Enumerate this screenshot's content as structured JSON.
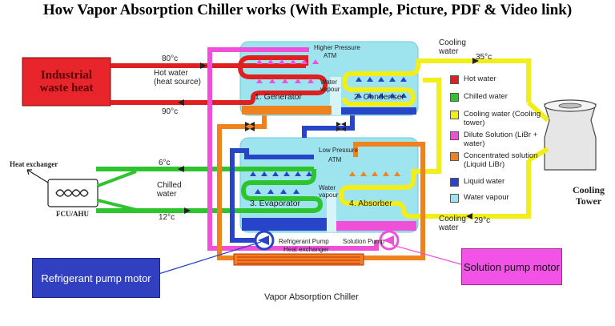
{
  "title": "How Vapor Absorption Chiller works (With Example, Picture, PDF & Video link)",
  "caption": "Vapor Absorption Chiller",
  "heat_source_box": "Industrial waste heat",
  "hot_water_label": "Hot water (heat source)",
  "hot_water_in_temp": "80°c",
  "hot_water_out_temp": "90°c",
  "chilled_water_label": "Chilled water",
  "chilled_out_temp": "6°c",
  "chilled_in_temp": "12°c",
  "cooling_water_top": "Cooling water",
  "cooling_water_top_temp": "35°c",
  "cooling_water_bottom": "Cooling water",
  "cooling_water_bottom_temp": "29°c",
  "cooling_tower_label": "Cooling Tower",
  "higher_pressure": "Higher Pressure",
  "atm_top": "ATM",
  "low_pressure": "Low Pressure",
  "atm_bottom": "ATM",
  "water_vapour_top": "Water vapour",
  "water_vapour_bottom": "Water vapour",
  "generator": "1. Generator",
  "condenser": "2. Condenser",
  "evaporator": "3. Evaporator",
  "absorber": "4. Absorber",
  "refrigerant_pump": "Refrigerant Pump",
  "solution_pump": "Solution Pump",
  "heat_exchanger_inner": "Heat exchanger",
  "heat_exchanger_left": "Heat exchanger",
  "fcu_ahu": "FCU/AHU",
  "refrigerant_pump_motor": "Refrigerant pump motor",
  "solution_pump_motor": "Solution pump motor",
  "legend": [
    {
      "label": "Hot water",
      "color": "#e02020"
    },
    {
      "label": "Chilled water",
      "color": "#2ec42e"
    },
    {
      "label": "Cooling water (Cooling tower)",
      "color": "#f2ee1a"
    },
    {
      "label": "Dilute Solution (LiBr + water)",
      "color": "#f050d8"
    },
    {
      "label": "Concentrated solution (Liquid LiBr)",
      "color": "#f0821e"
    },
    {
      "label": "Liquid water",
      "color": "#2844c8"
    },
    {
      "label": "Water vapour",
      "color": "#9ee4ef"
    }
  ],
  "colors": {
    "hot": "#e02020",
    "chilled": "#2ec42e",
    "cooling": "#f2ee1a",
    "dilute": "#f050d8",
    "concentrated": "#f0821e",
    "liquid": "#2844c8",
    "vapour": "#9ee4ef",
    "heat_box": "#e8252a",
    "ref_motor_box": "#3040c0",
    "sol_motor_box": "#f252e6"
  }
}
